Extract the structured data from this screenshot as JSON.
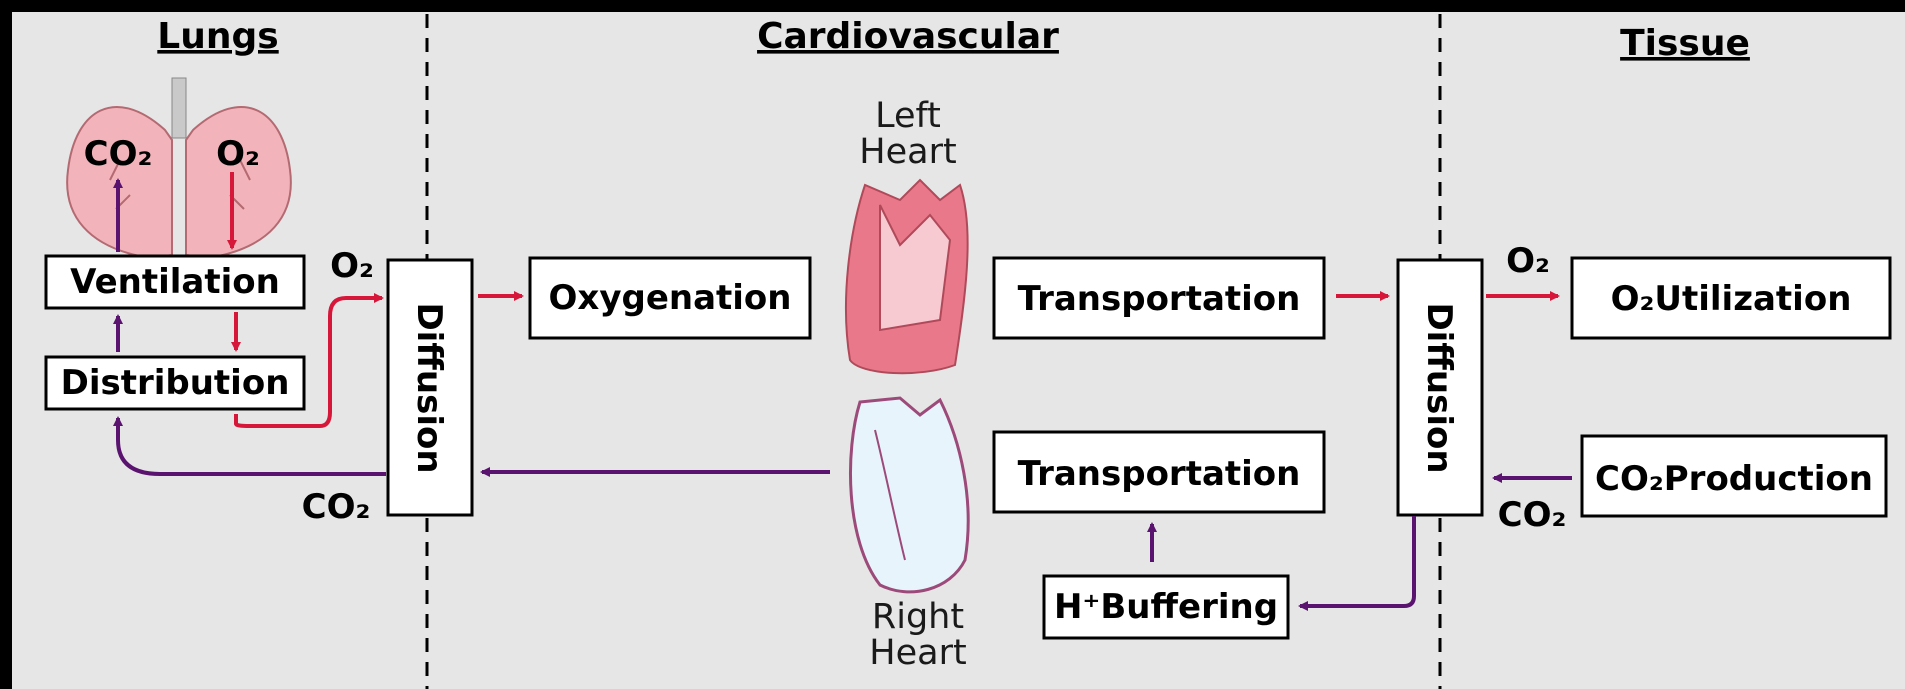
{
  "sections": {
    "lungs": "Lungs",
    "cardiovascular": "Cardiovascular",
    "tissue": "Tissue"
  },
  "lungs": {
    "co2": "CO₂",
    "o2": "O₂"
  },
  "boxes": {
    "ventilation": "Ventilation",
    "distribution": "Distribution",
    "diffusion_left": "Diffusion",
    "oxygenation": "Oxygenation",
    "transportation_top": "Transportation",
    "diffusion_right": "Diffusion",
    "o2_utilization": "O₂Utilization",
    "transportation_bottom": "Transportation",
    "h_buffering": "H⁺Buffering",
    "co2_production": "CO₂Production"
  },
  "hearts": {
    "left_line1": "Left",
    "left_line2": "Heart",
    "right_line1": "Right",
    "right_line2": "Heart"
  },
  "gas_labels": {
    "o2_left": "O₂",
    "co2_left": "CO₂",
    "o2_right": "O₂",
    "co2_right": "CO₂"
  },
  "colors": {
    "oxygen": "#d6173a",
    "carbon_dioxide": "#5a1470",
    "background": "#e6e6e6",
    "lung": "#f2b4ba",
    "heart_left": "#e9788a",
    "heart_right": "#e7f4fb"
  }
}
